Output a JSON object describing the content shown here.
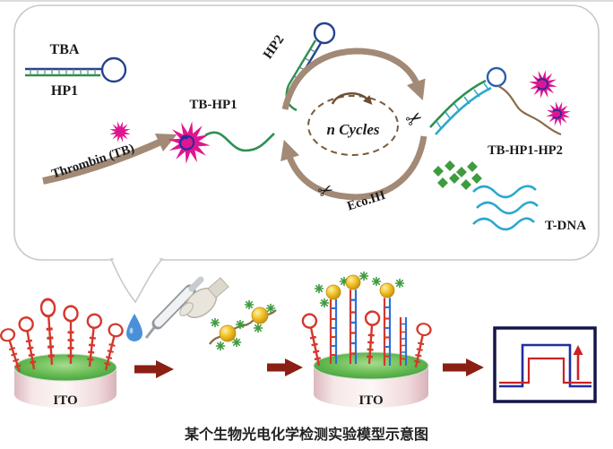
{
  "caption": "某个生物光电化学检测实验模型示意图",
  "labels": {
    "tba": "TBA",
    "hp1": "HP1",
    "thrombin": "Thrombin (TB)",
    "tb_hp1": "TB-HP1",
    "hp2": "HP2",
    "n_cycles": "n Cycles",
    "eco": "Eco.III",
    "tb_hp1_hp2": "TB-HP1-HP2",
    "t_dna": "T-DNA",
    "ito_left": "ITO",
    "ito_middle": "ITO"
  },
  "icons": {
    "scissors": "✂"
  },
  "colors": {
    "burst_magenta": "#e01590",
    "coil_blue": "#2b2b9e",
    "arrow_tan": "#a28a76",
    "strand_green": "#2f8f4f",
    "strand_cyan": "#2aa8cc",
    "strand_navy": "#27428f",
    "hairpin_red": "#d4382c",
    "duplex_blue": "#2f6fd4",
    "gold": "#f4c62a",
    "electrode_top_green": "#63b94f",
    "electrode_body_pink": "#f6e7e8",
    "step_arrow_dark_red": "#8b1f14",
    "signal_blue": "#1f2f9e",
    "signal_red": "#cc2222",
    "water_drop_blue": "#4a90d9",
    "bubble_border_gray": "#c8c8c8"
  }
}
